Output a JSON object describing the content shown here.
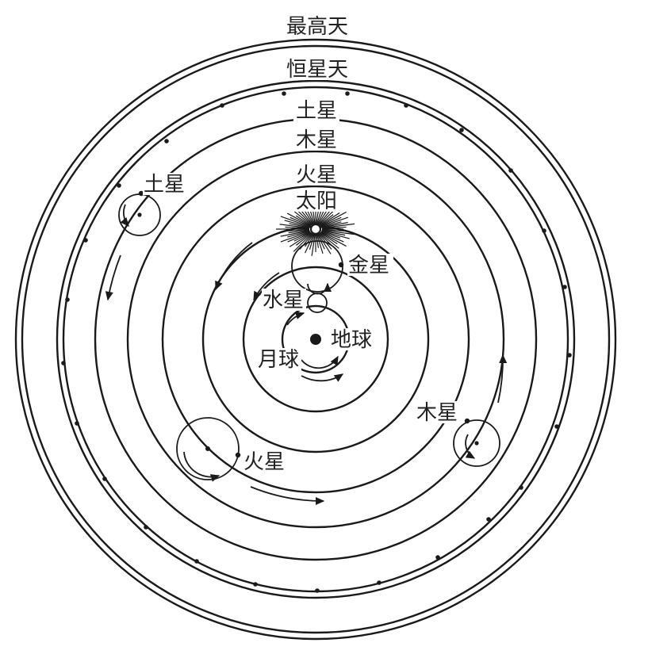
{
  "labels": {
    "empyrean": "最高天",
    "fixed_stars": "恒星天",
    "saturn_sphere": "土星",
    "jupiter_sphere": "木星",
    "mars_sphere": "火星",
    "sun": "太阳",
    "venus": "金星",
    "mercury": "水星",
    "earth": "地球",
    "moon": "月球",
    "saturn": "土星",
    "mars": "火星",
    "jupiter": "木星"
  },
  "colors": {
    "ink": "#1a1a1a",
    "background": "#ffffff"
  }
}
